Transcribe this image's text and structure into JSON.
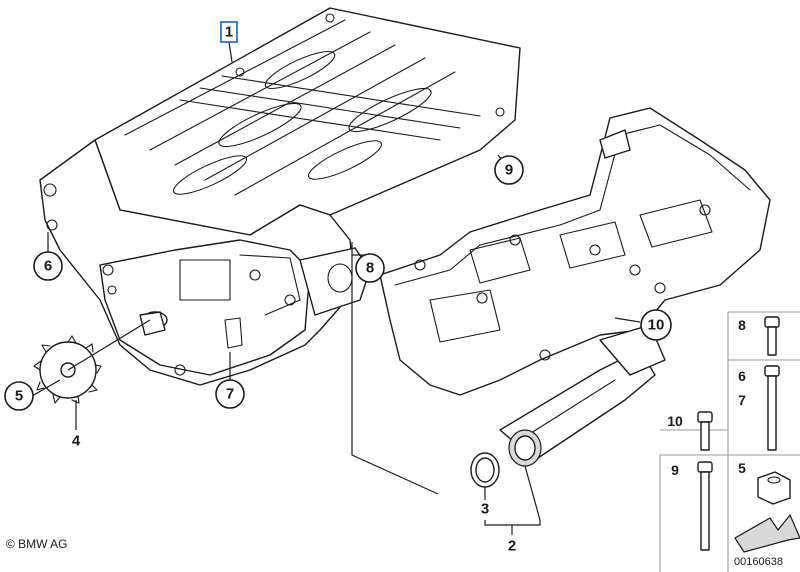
{
  "callouts": {
    "part_1": "1",
    "part_2": "2",
    "part_3": "3",
    "part_4": "4",
    "part_5": "5",
    "part_6": "6",
    "part_7": "7",
    "part_8": "8",
    "part_9": "9",
    "part_10": "10"
  },
  "legend": {
    "bolt_8": "8",
    "bolt_6": "6",
    "bolt_7": "7",
    "bolt_10": "10",
    "bolt_9": "9",
    "nut_5": "5"
  },
  "footer": {
    "copyright": "© BMW AG",
    "diagram_id": "00160638"
  },
  "colors": {
    "line": "#1a1a1a",
    "selection": "#1a5fd0",
    "shade": "#d8d8d8"
  }
}
